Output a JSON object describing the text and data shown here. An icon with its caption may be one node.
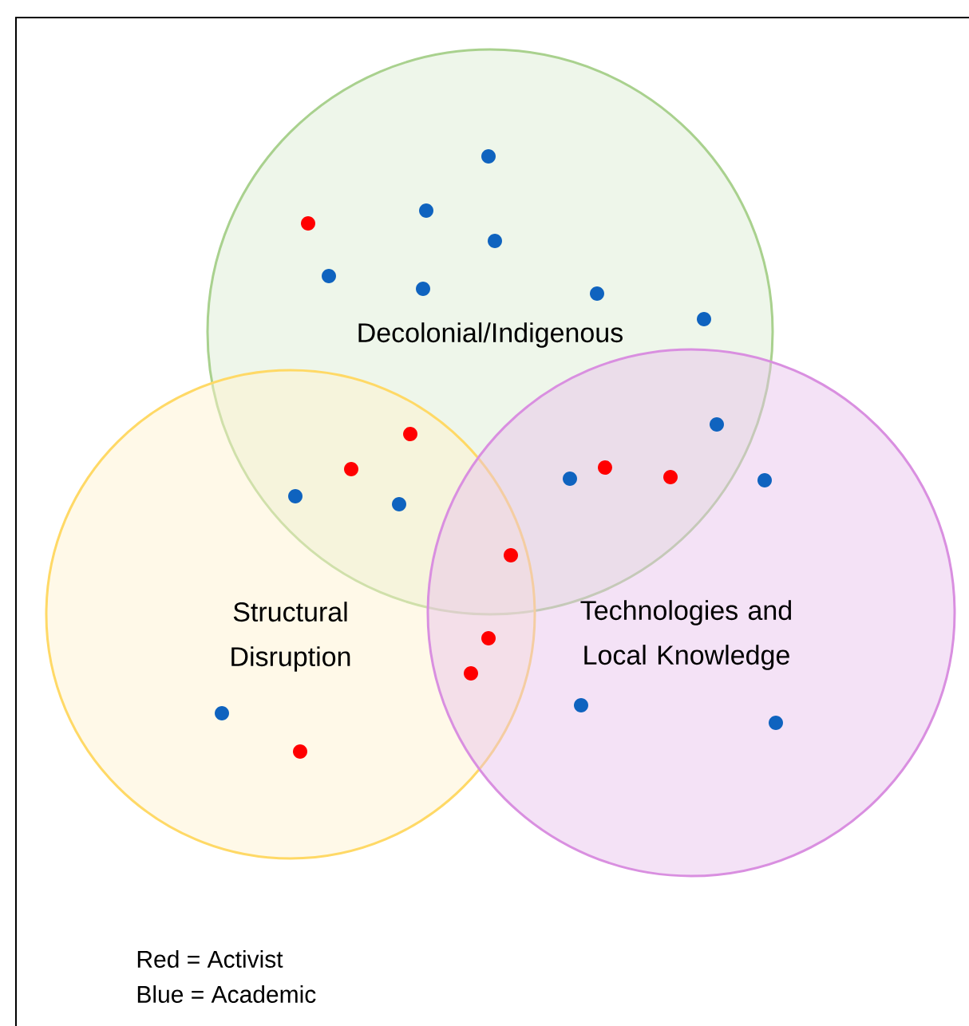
{
  "diagram": {
    "nodes": [
      {
        "text": [
          "Decolonial/Indigenous"
        ]
      },
      {
        "text": [
          "Structural Disruption"
        ]
      },
      {
        "text": [
          "Technologies and Local Knowledge"
        ]
      }
    ],
    "edges": [],
    "labels": [
      "Red = Activist",
      "Blue = Academic"
    ]
  }
}
